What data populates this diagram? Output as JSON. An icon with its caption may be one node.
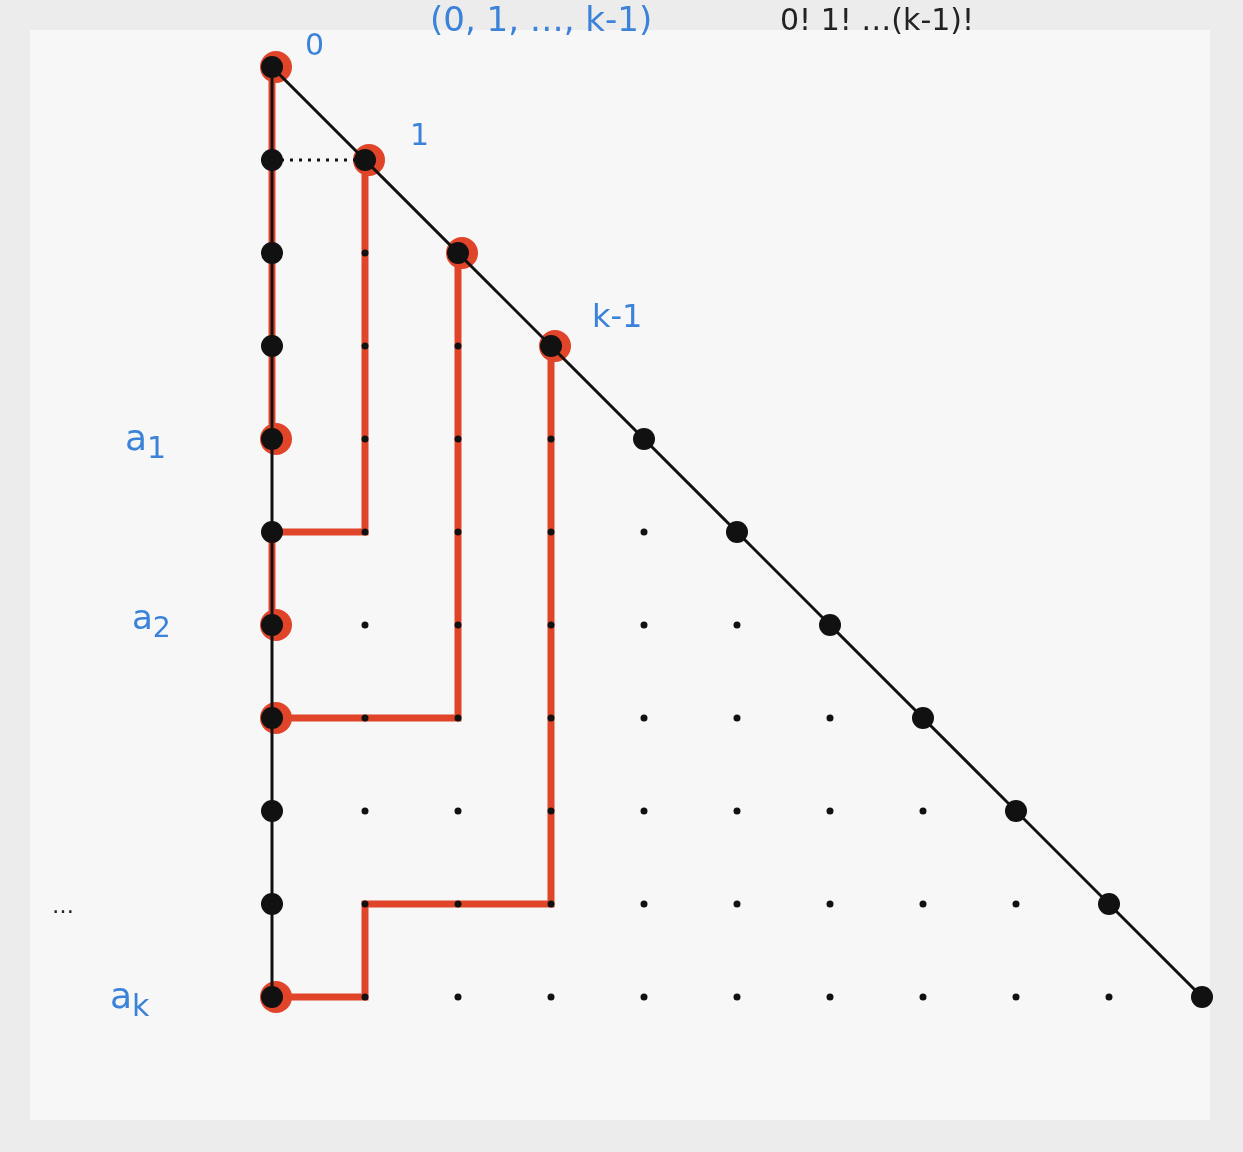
{
  "diagram": {
    "labels": [
      "(0, 1, …, k-1)",
      "0! 1! …(k-1)!",
      "0",
      "1",
      "k-1",
      "a$_{1}$",
      "a$_{2}$",
      "…",
      "a$_{k}$"
    ]
  }
}
